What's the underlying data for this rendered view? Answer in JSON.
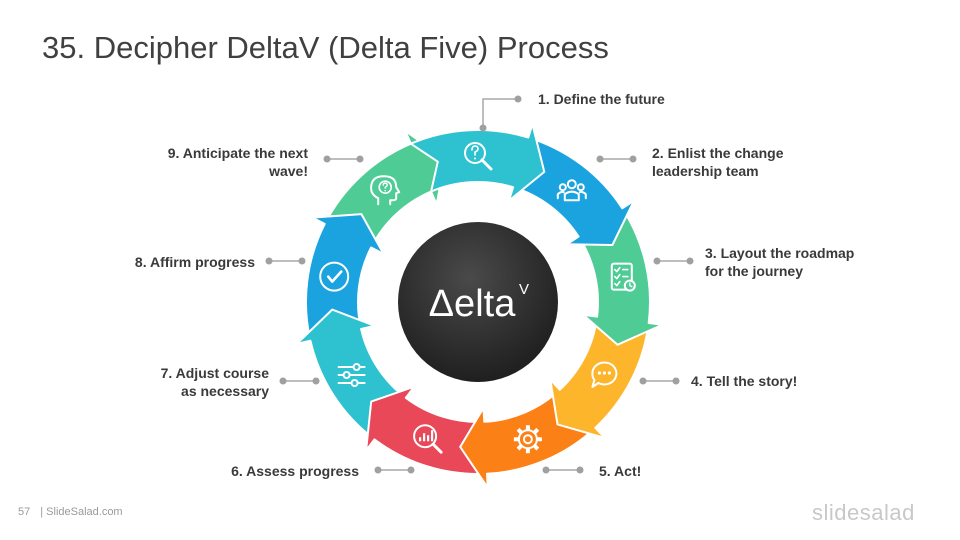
{
  "slide": {
    "title": "35. Decipher DeltaV (Delta Five) Process",
    "center_text": "Δelta",
    "center_superscript": "V",
    "page_number": "57",
    "footer_site": "| SlideSalad.com",
    "logo_text": "slidesalad"
  },
  "steps": [
    {
      "line1": "1. Define the future",
      "line2": "",
      "color": "#2EC1CF",
      "icon": "search-question-icon"
    },
    {
      "line1": "2. Enlist the change",
      "line2": "leadership team",
      "color": "#1BA3E0",
      "icon": "team-icon"
    },
    {
      "line1": "3. Layout the roadmap",
      "line2": "for the journey",
      "color": "#4FCB96",
      "icon": "checklist-icon"
    },
    {
      "line1": "4. Tell the story!",
      "line2": "",
      "color": "#FDB52C",
      "icon": "speech-bubble-icon"
    },
    {
      "line1": "5. Act!",
      "line2": "",
      "color": "#FB8117",
      "icon": "gear-icon"
    },
    {
      "line1": "6. Assess progress",
      "line2": "",
      "color": "#E84857",
      "icon": "analytics-magnifier-icon"
    },
    {
      "line1": "7. Adjust course",
      "line2": "as necessary",
      "color": "#2EC1CF",
      "icon": "sliders-icon"
    },
    {
      "line1": "8. Affirm progress",
      "line2": "",
      "color": "#1BA3E0",
      "icon": "check-circle-icon"
    },
    {
      "line1": "9. Anticipate the next",
      "line2": "wave!",
      "color": "#4FCB96",
      "icon": "head-question-icon"
    }
  ]
}
